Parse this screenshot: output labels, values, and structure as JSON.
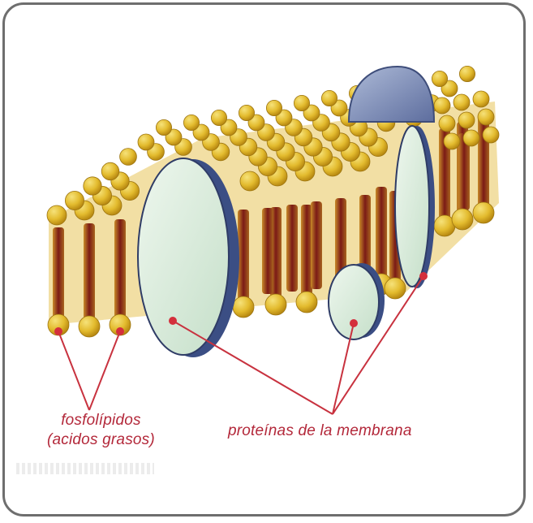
{
  "diagram": {
    "labels": {
      "phospholipids_line1": "fosfolípidos",
      "phospholipids_line2": "(acidos grasos)",
      "membrane_proteins": "proteínas de la membrana"
    },
    "colors": {
      "frame": "#6e6e6e",
      "label": "#b3283a",
      "head": "#e8c232",
      "head_shade": "#c99a16",
      "tail": "#8a1e1e",
      "protein_face": "#d8ecd8",
      "protein_rim": "#4b5f93",
      "protein_top": "#8ea0c4"
    }
  }
}
